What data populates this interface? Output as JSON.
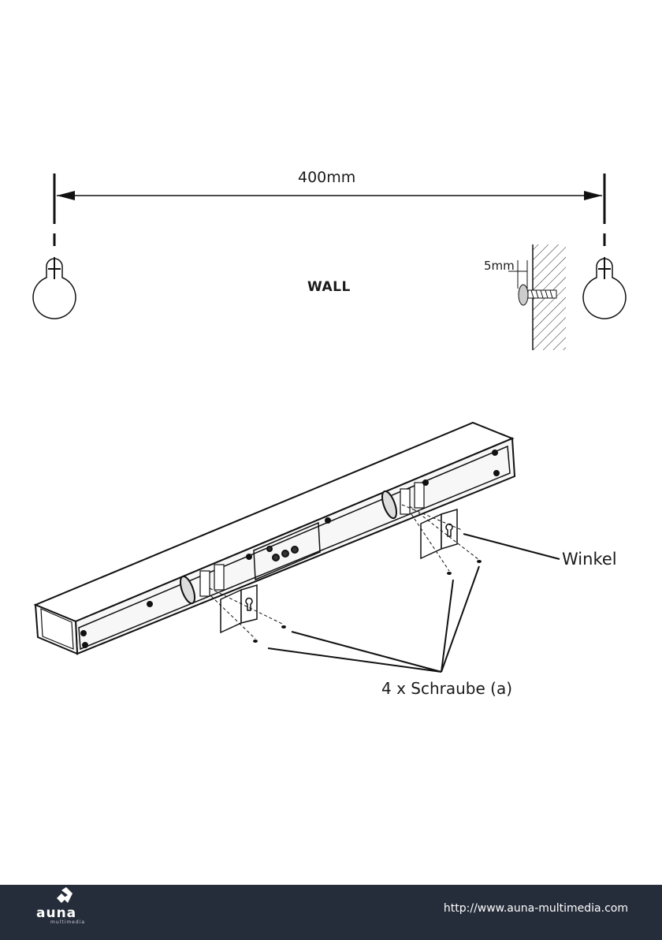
{
  "diagram": {
    "spacing_label": "400mm",
    "wall_label": "WALL",
    "gap_label": "5mm",
    "bracket_label": "Winkel",
    "screw_label": "4 x Schraube (a)"
  },
  "footer": {
    "brand": "auna",
    "brand_sub": "multimedia",
    "url": "http://www.auna-multimedia.com",
    "background_color": "#262d3a"
  },
  "icons": [
    "keyhole-slot-icon",
    "auna-logo-icon"
  ]
}
